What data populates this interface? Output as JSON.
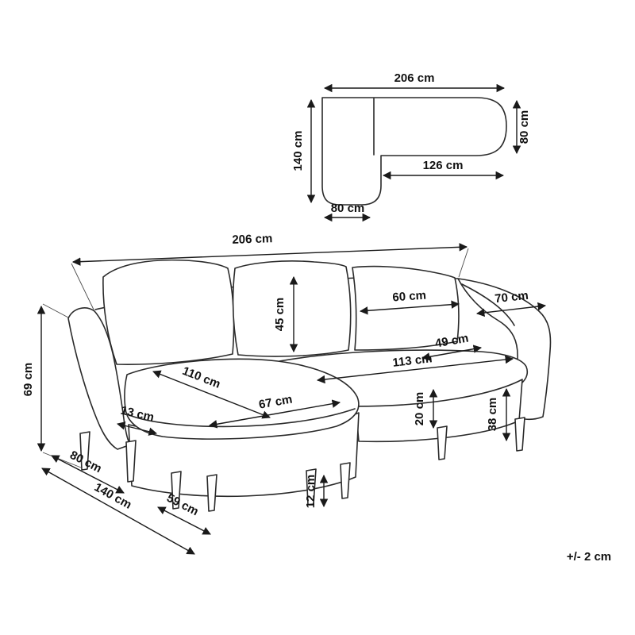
{
  "diagram": {
    "tolerance_note": "+/- 2 cm",
    "top_view": {
      "overall_width": "206 cm",
      "seat_depth_right": "80 cm",
      "chaise_depth_left": "140 cm",
      "inner_width": "126 cm",
      "chaise_width_bottom": "80 cm"
    },
    "perspective_view": {
      "overall_width": "206 cm",
      "overall_height": "69 cm",
      "back_cushion_height": "45 cm",
      "back_cushion_width": "60 cm",
      "side_depth_top": "70 cm",
      "seat_depth": "49 cm",
      "seat_width": "113 cm",
      "chaise_seat_length": "110 cm",
      "chaise_seat_width": "67 cm",
      "armrest_width": "13 cm",
      "seat_cushion_height": "20 cm",
      "seat_height": "38 cm",
      "leg_height": "12 cm",
      "side_depth_bottom": "80 cm",
      "overall_depth": "140 cm",
      "chaise_front_width": "59 cm"
    }
  }
}
